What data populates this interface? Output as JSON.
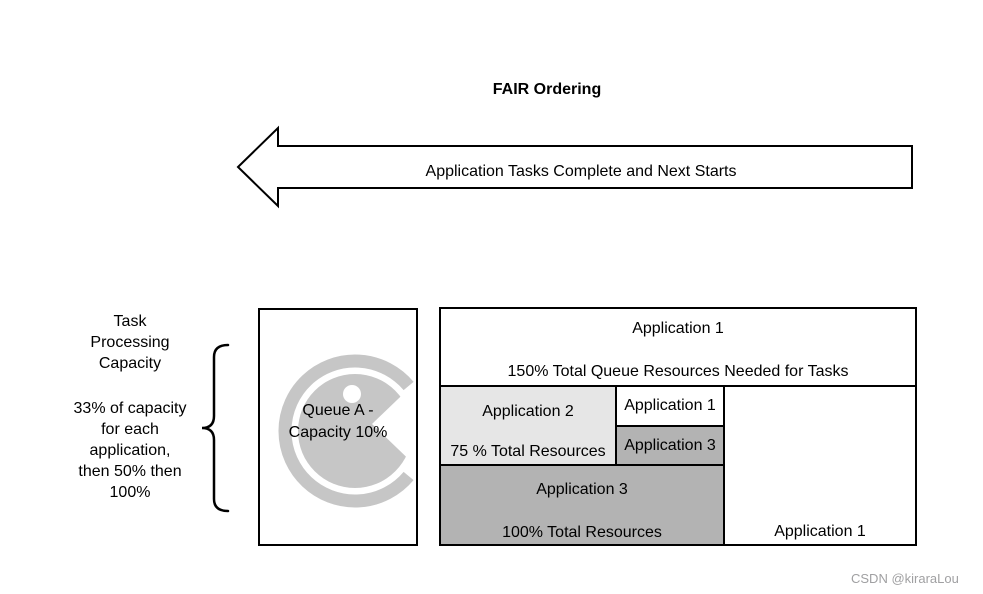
{
  "title": "FAIR Ordering",
  "arrow": {
    "label": "Application Tasks Complete and Next Starts"
  },
  "left_note": {
    "heading": "Task\nProcessing\nCapacity",
    "detail": "33% of capacity\nfor each\napplication,\nthen 50% then\n100%"
  },
  "queue": {
    "label": "Queue A -\nCapacity 10%",
    "icon": "pacman-queue-icon",
    "icon_color": "#c6c6c6"
  },
  "fair_queue": {
    "header": {
      "app": "Application 1",
      "note": "150% Total Queue Resources Needed for Tasks"
    },
    "app2": {
      "name": "Application 2",
      "note": "75 % Total Resources",
      "fill": "#e6e6e6"
    },
    "app1_waiting": {
      "name": "Application 1",
      "fill": "#ffffff"
    },
    "app3_waiting": {
      "name": "Application 3",
      "fill": "#b3b3b3"
    },
    "app3": {
      "name": "Application 3",
      "note": "100% Total Resources",
      "fill": "#b3b3b3"
    },
    "app1_running": {
      "name": "Application 1"
    }
  },
  "watermark": "CSDN @kiraraLou"
}
